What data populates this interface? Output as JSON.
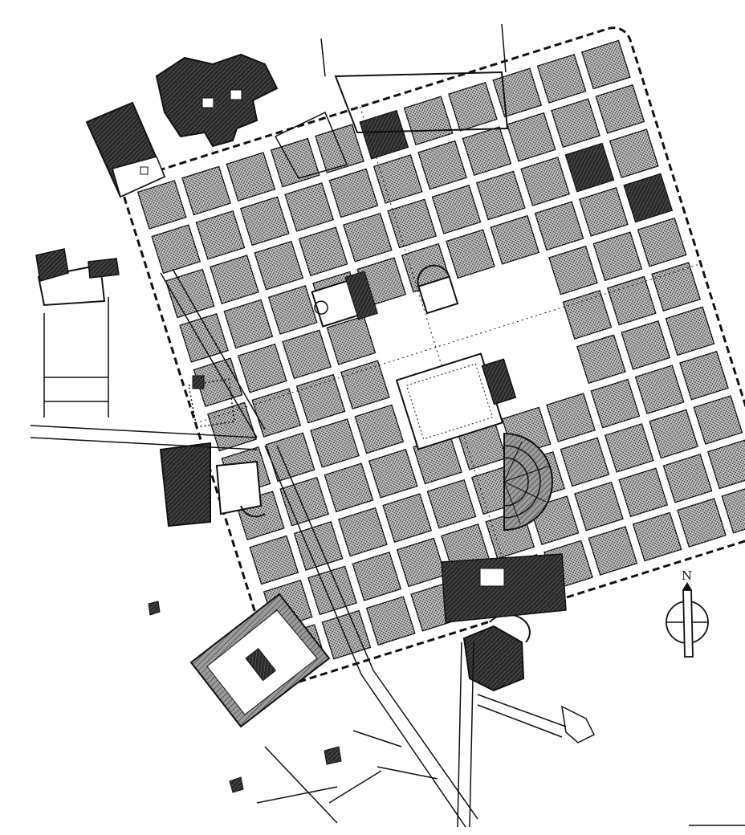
{
  "map": {
    "north_label": "N",
    "ink_color": "#111111",
    "paper_color": "#ffffff",
    "block_fill": "stipple",
    "building_fill": "hatch",
    "wall_style": "dashed"
  }
}
